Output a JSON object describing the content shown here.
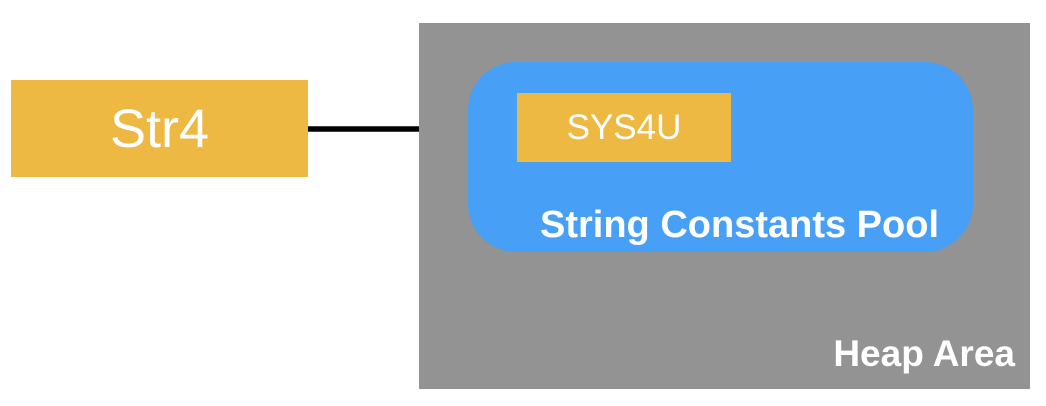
{
  "colors": {
    "yellow": "#EDB942",
    "blue": "#479FF6",
    "gray": "#939393",
    "arrow": "#000000",
    "text": "#FFFFFF"
  },
  "reference_box": {
    "label": "Str4"
  },
  "heap": {
    "label": "Heap Area",
    "pool": {
      "label": "String Constants Pool",
      "constant": {
        "label": "SYS4U"
      }
    }
  }
}
